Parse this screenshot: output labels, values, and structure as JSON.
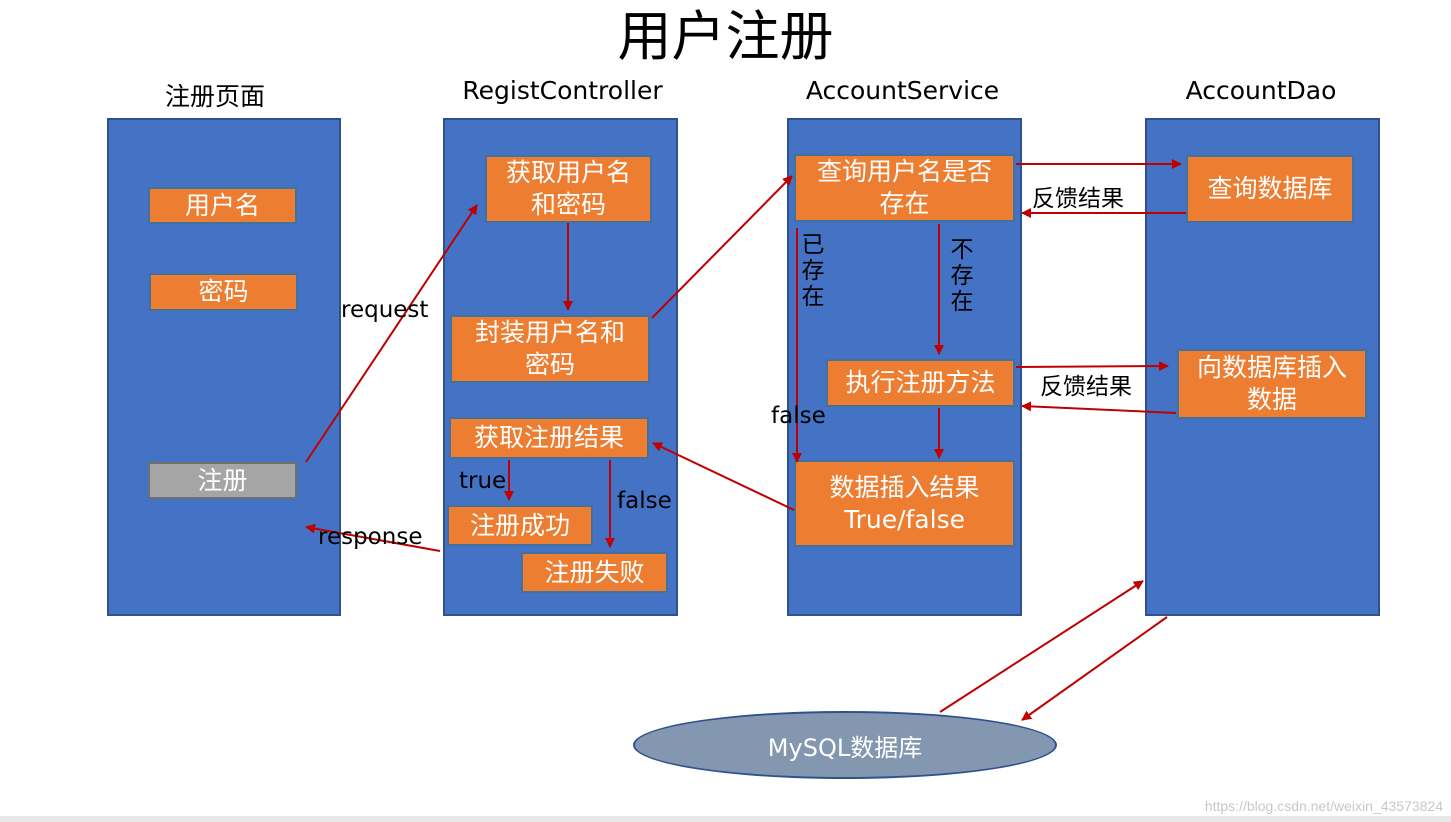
{
  "title": "用户注册",
  "columns": {
    "page": "注册页面",
    "controller": "RegistController",
    "service": "AccountService",
    "dao": "AccountDao"
  },
  "page_boxes": {
    "username": "用户名",
    "password": "密码",
    "register": "注册"
  },
  "controller_boxes": {
    "get_credentials": "获取用户名\n和密码",
    "wrap_credentials": "封装用户名和\n密码",
    "get_result": "获取注册结果",
    "success": "注册成功",
    "failure": "注册失败"
  },
  "service_boxes": {
    "check_exists": "查询用户名是否\n存在",
    "execute_register": "执行注册方法",
    "insert_result": "数据插入结果\nTrue/false"
  },
  "dao_boxes": {
    "query_db": "查询数据库",
    "insert_db": "向数据库插入\n数据"
  },
  "labels": {
    "request": "request",
    "response": "response",
    "true": "true",
    "false_controller": "false",
    "false_service": "false",
    "exists": "已\n存\n在",
    "not_exists": "不\n存\n在",
    "feedback_1": "反馈结果",
    "feedback_2": "反馈结果"
  },
  "database": "MySQL数据库",
  "watermark": "https://blog.csdn.net/weixin_43573824",
  "colors": {
    "lane": "#4472c4",
    "box": "#ed7d31",
    "register_button": "#a5a5a5",
    "database": "#8497b0",
    "arrow": "#c00000"
  }
}
